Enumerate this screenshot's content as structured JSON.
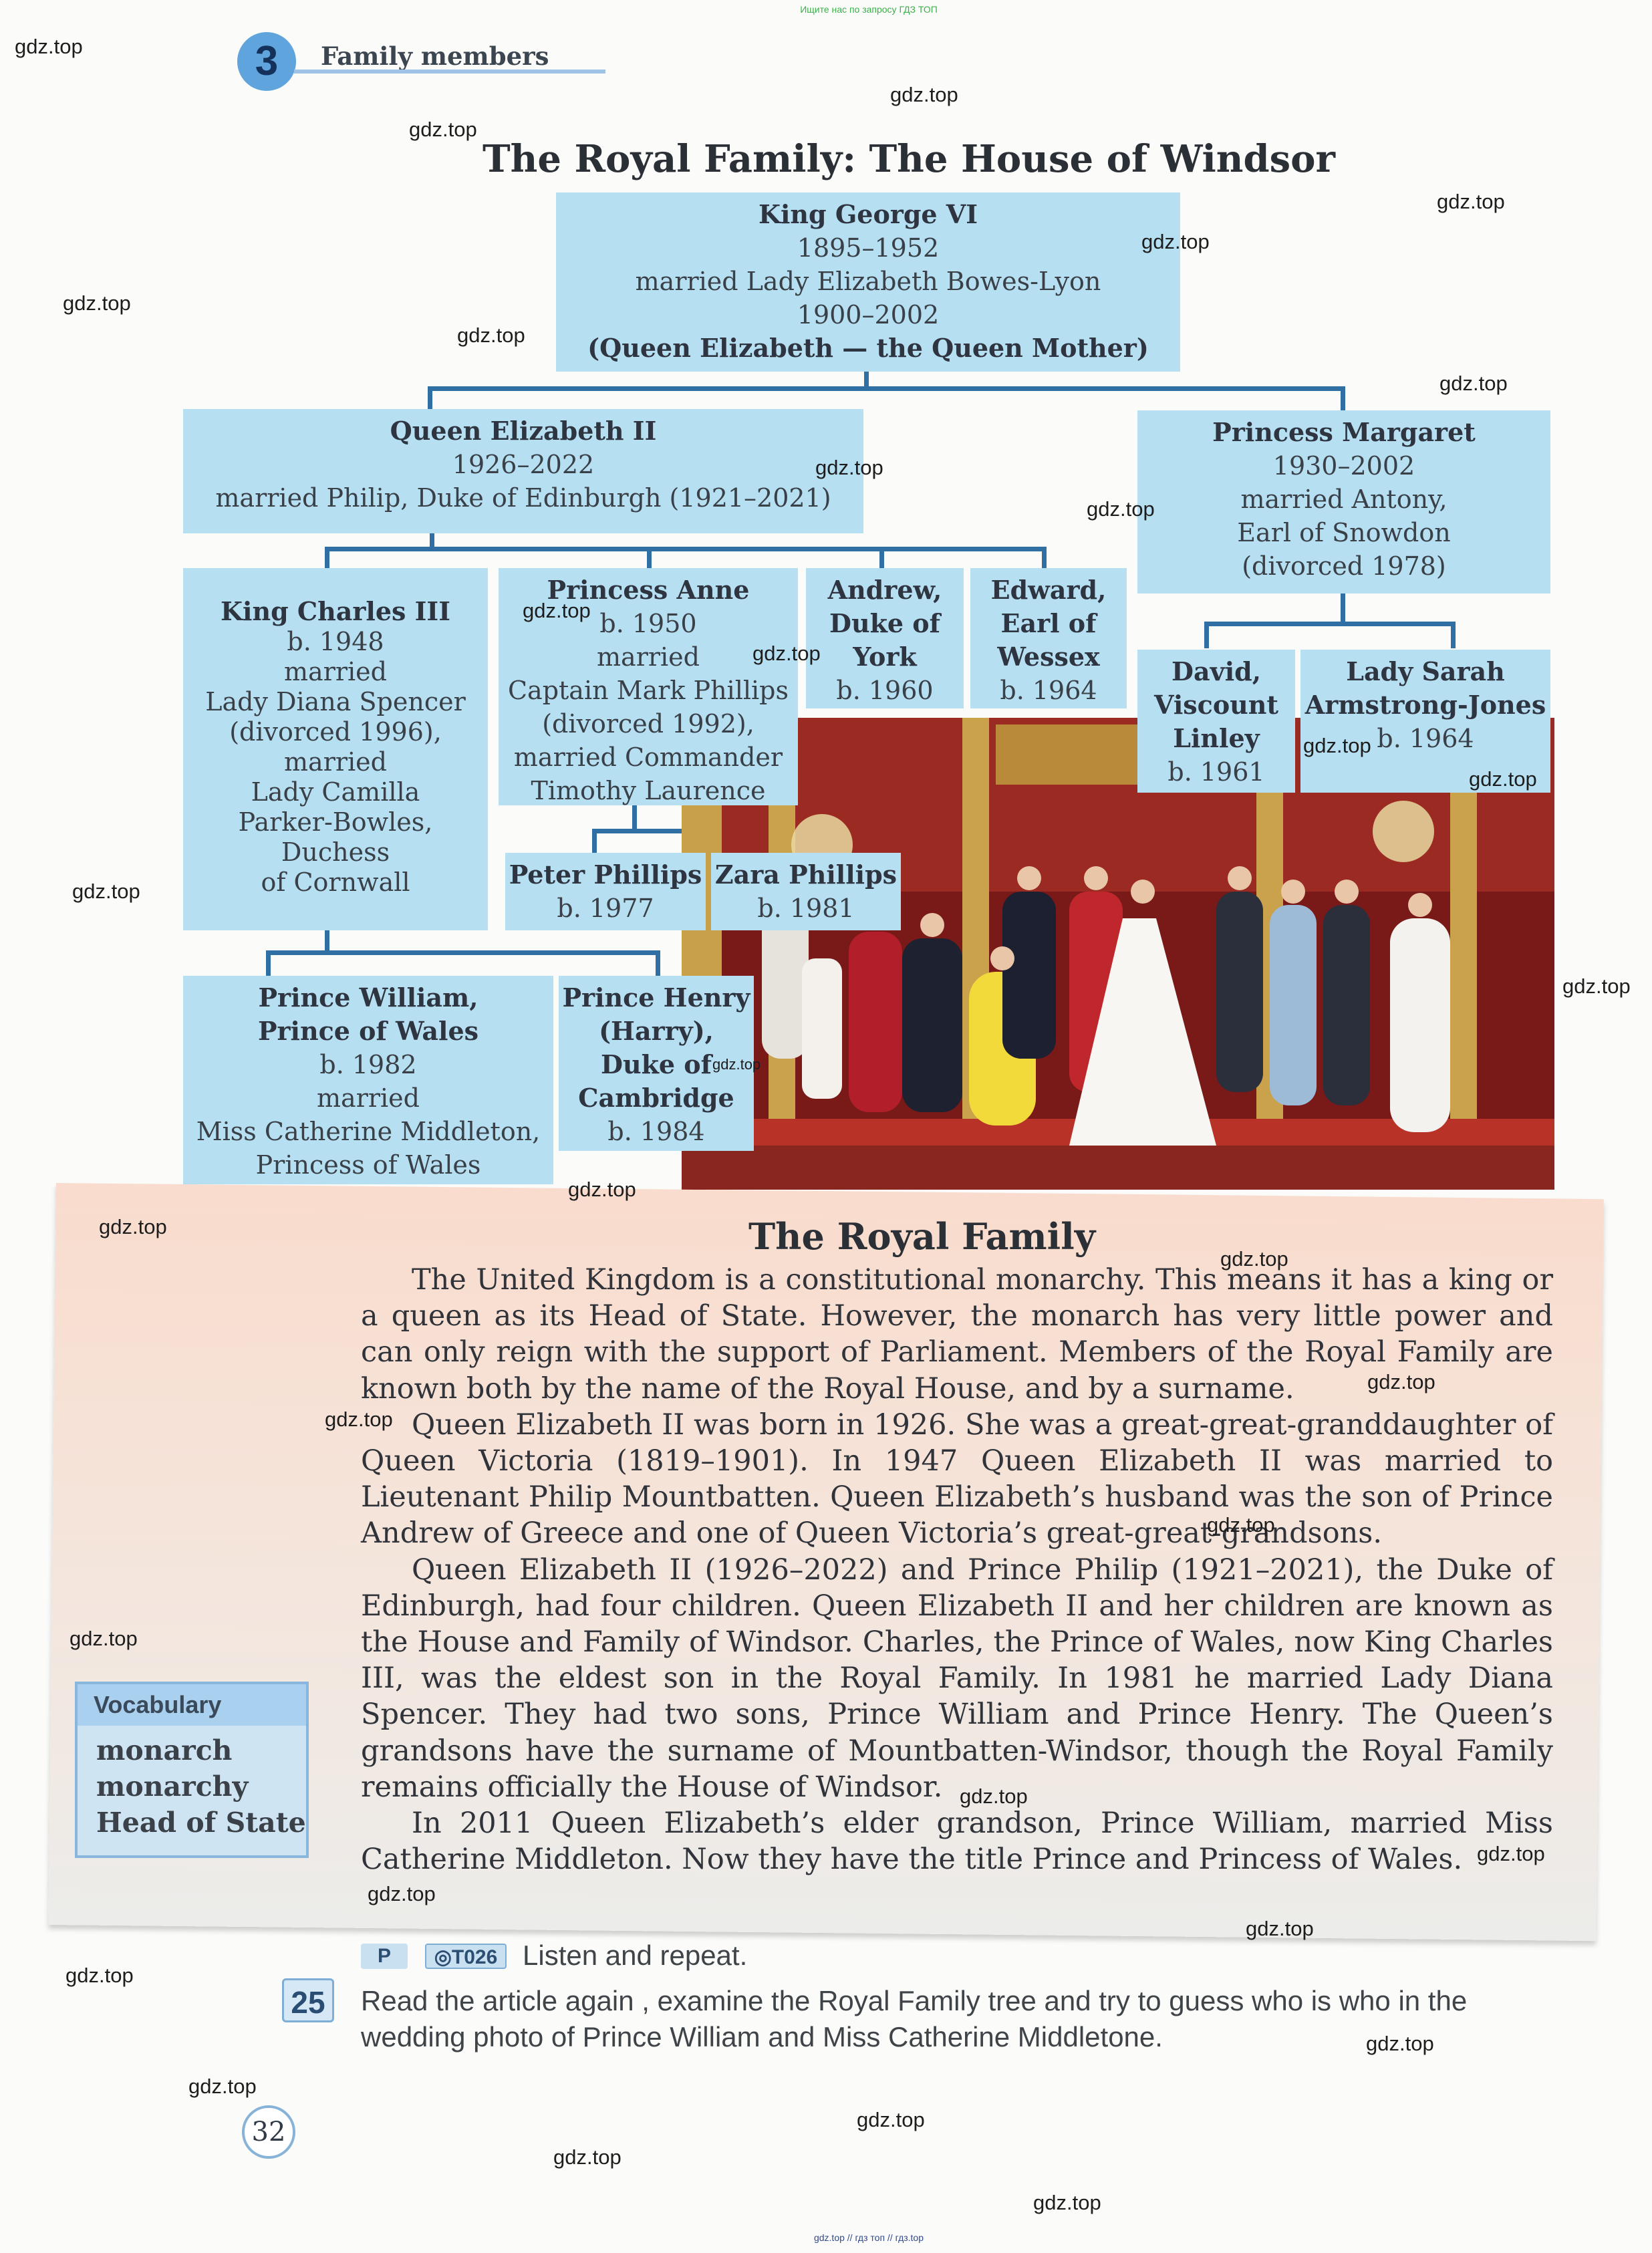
{
  "top_note": "Ищите нас по запросу ГДЗ ТОП",
  "header": {
    "unit_number": "3",
    "unit_title": "Family members"
  },
  "tree": {
    "title": "The Royal Family: The House of Windsor",
    "george": {
      "name": "King George VI",
      "years": "1895–1952",
      "married": "married Lady Elizabeth Bowes-Lyon",
      "spouse_years": "1900–2002",
      "spouse_title": "(Queen Elizabeth — the Queen Mother)"
    },
    "elizabeth": {
      "name": "Queen Elizabeth II",
      "years": "1926–2022",
      "married": "married Philip, Duke of Edinburgh (1921–2021)"
    },
    "margaret": {
      "name": "Princess Margaret",
      "years": "1930–2002",
      "line1": "married Antony,",
      "line2": "Earl of Snowdon",
      "line3": "(divorced 1978)"
    },
    "charles": {
      "name": "King Charles III",
      "lines": [
        "b. 1948",
        "married",
        "Lady Diana Spencer",
        "(divorced 1996),",
        "married",
        "Lady Camilla",
        "Parker-Bowles,",
        "Duchess",
        "of Cornwall"
      ]
    },
    "anne": {
      "name": "Princess Anne",
      "lines": [
        "b. 1950",
        "married",
        "Captain Mark Phillips",
        "(divorced 1992),",
        "married Commander",
        "Timothy Laurence"
      ]
    },
    "andrew": {
      "name1": "Andrew,",
      "name2": "Duke of",
      "name3": "York",
      "born": "b. 1960"
    },
    "edward": {
      "name1": "Edward,",
      "name2": "Earl of",
      "name3": "Wessex",
      "born": "b. 1964"
    },
    "david": {
      "name1": "David,",
      "name2": "Viscount",
      "name3": "Linley",
      "born": "b. 1961"
    },
    "sarah": {
      "name1": "Lady Sarah",
      "name2": "Armstrong-Jones",
      "born": "b. 1964"
    },
    "peter": {
      "name": "Peter Phillips",
      "born": "b. 1977"
    },
    "zara": {
      "name": "Zara Phillips",
      "born": "b. 1981"
    },
    "william": {
      "name1": "Prince William,",
      "name2": "Prince of Wales",
      "born": "b. 1982",
      "married": "married",
      "spouse1": "Miss Catherine Middleton,",
      "spouse2": "Princess of Wales"
    },
    "henry": {
      "name1": "Prince Henry",
      "name2": "(Harry),",
      "name3": "Duke of",
      "name4": "Cambridge",
      "born": "b. 1984"
    }
  },
  "article": {
    "title": "The Royal Family",
    "paragraphs": [
      "The United Kingdom is a constitutional monarchy. This means it has a king or a queen as its Head of State. However, the monarch has very little power and can only reign with the support of Parliament.  Members of the Royal Family are known both by the name of the Royal House, and by a surname.",
      "Queen Elizabeth II was born in 1926. She was a great-great-granddaughter of Queen Victoria (1819–1901). In 1947 Queen Elizabeth II was married to Lieutenant Philip Mountbatten. Queen Elizabeth’s husband was the son of Prince Andrew of Greece and one of Queen Victoria’s great-great-grandsons.",
      "Queen Elizabeth II (1926–2022) and Prince Philip (1921–2021), the Duke of Edinburgh, had four children. Queen Elizabeth II and her children are known as the House and Family of Windsor. Charles, the Prince of Wales, now King Charles III, was the eldest son in the Royal Family. In 1981 he married Lady Diana Spencer. They had two sons, Prince William and Prince Henry. The Queen’s grandsons have the surname of Mountbatten-Windsor, though the Royal Family remains officially the House of Windsor.",
      "In 2011 Queen Elizabeth’s elder grandson, Prince William, married Miss Catherine Middleton. Now they have the title Prince and Princess of Wales."
    ]
  },
  "vocabulary": {
    "heading": "Vocabulary",
    "items": [
      "monarch",
      "monarchy",
      "Head of State"
    ]
  },
  "listen": {
    "p_label": "P",
    "track_label": "◎T026",
    "text": "Listen and repeat."
  },
  "task": {
    "number": "25",
    "line1": "Read the article again , examine the Royal Family tree and try to guess who is who in the",
    "line2": "wedding photo of Prince William and Miss Catherine Middletone."
  },
  "page_number": "32",
  "watermark": "gdz.top",
  "watermark_small": "gdz.top",
  "bottom_note": "gdz.top // гдз топ // гдз.top",
  "colors": {
    "box_fill": "#b6dff2",
    "connector": "#2f6fa4",
    "article_fill": "#f9dccd",
    "vocab_border": "#89b6dc"
  }
}
